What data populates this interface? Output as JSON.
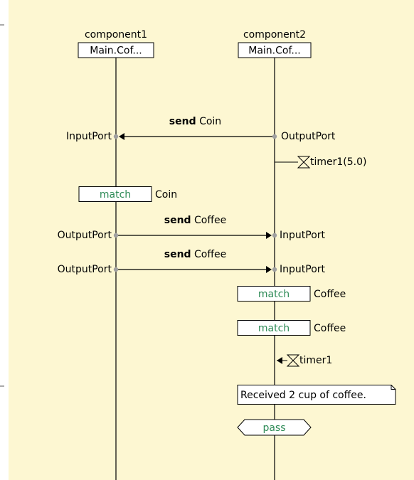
{
  "colors": {
    "background": "#fdf7d2",
    "outside": "#ffffff",
    "lifeline": "#000000",
    "port_dot": "#a0a0a0",
    "match_text": "#2e8b57",
    "pass_text": "#2e8b57",
    "text": "#000000"
  },
  "components": [
    {
      "name": "component1",
      "type_label": "Main.Cof..."
    },
    {
      "name": "component2",
      "type_label": "Main.Cof..."
    }
  ],
  "events": [
    {
      "kind": "message",
      "from": 1,
      "to": 0,
      "keyword": "send",
      "message": "Coin",
      "from_port": "OutputPort",
      "to_port": "InputPort"
    },
    {
      "kind": "timer_start",
      "component": 1,
      "label": "timer1(5.0)"
    },
    {
      "kind": "match",
      "component": 0,
      "keyword": "match",
      "message": "Coin"
    },
    {
      "kind": "message",
      "from": 0,
      "to": 1,
      "keyword": "send",
      "message": "Coffee",
      "from_port": "OutputPort",
      "to_port": "InputPort"
    },
    {
      "kind": "message",
      "from": 0,
      "to": 1,
      "keyword": "send",
      "message": "Coffee",
      "from_port": "OutputPort",
      "to_port": "InputPort"
    },
    {
      "kind": "match",
      "component": 1,
      "keyword": "match",
      "message": "Coffee"
    },
    {
      "kind": "match",
      "component": 1,
      "keyword": "match",
      "message": "Coffee"
    },
    {
      "kind": "timer_stop",
      "component": 1,
      "label": "timer1"
    },
    {
      "kind": "log",
      "component": 1,
      "text": "Received 2 cup of coffee."
    },
    {
      "kind": "verdict",
      "component": 1,
      "text": "pass"
    }
  ]
}
